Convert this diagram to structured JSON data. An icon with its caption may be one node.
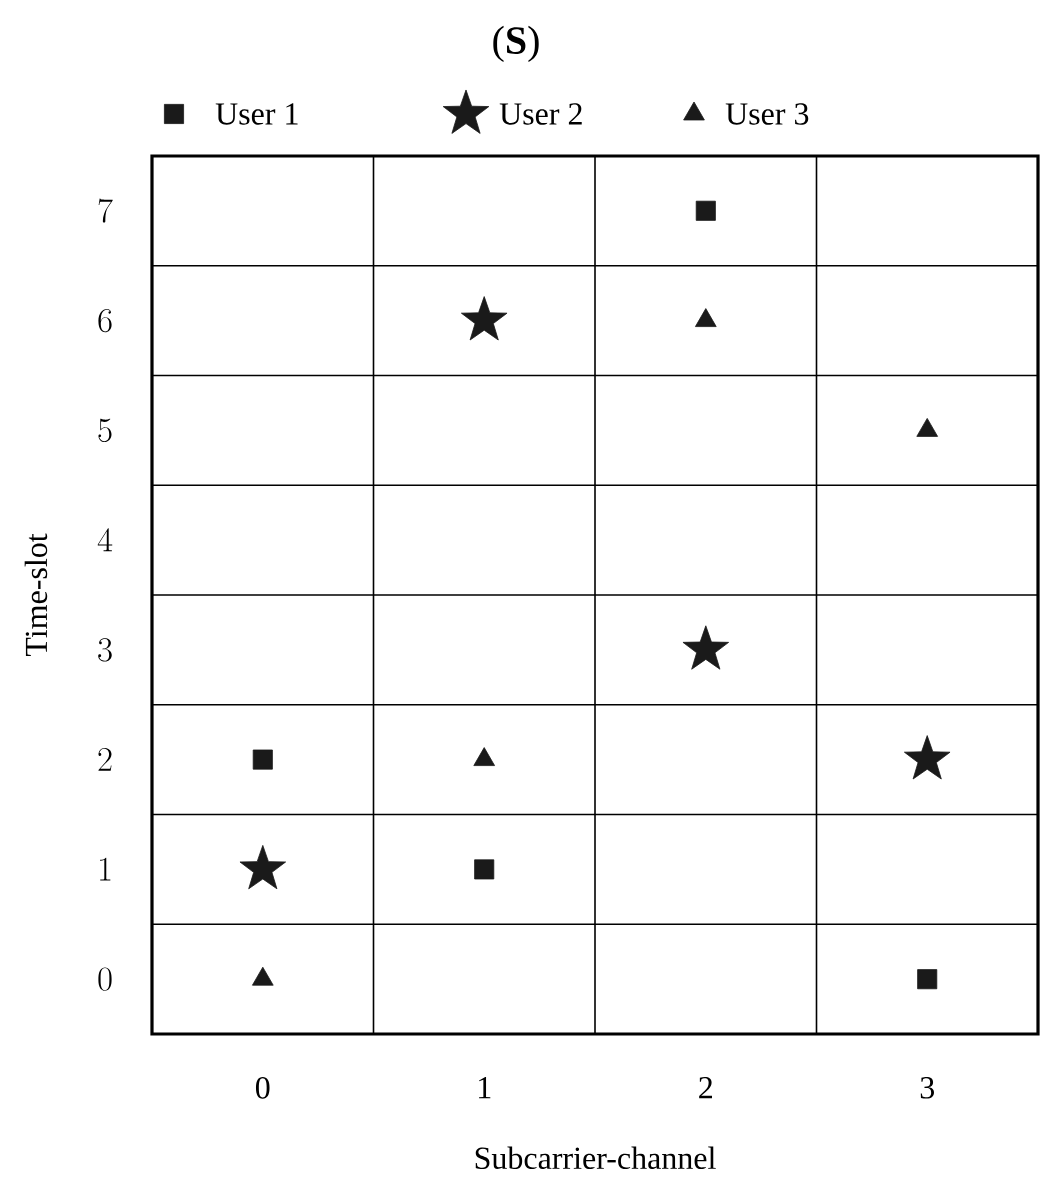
{
  "diagram": {
    "chart_data": {
      "type": "scatter",
      "title": "(**S**)",
      "xlabel": "Subcarrier-channel",
      "ylabel": "Time-slot",
      "categories": [
        "0",
        "1",
        "2",
        "3"
      ],
      "legend": "top",
      "ylim": [
        -0.5,
        7.5
      ],
      "yticks": [
        0,
        1,
        2,
        3,
        4,
        5,
        6,
        7
      ],
      "series": [
        {
          "name": "User 1",
          "color": "#1a1a1a",
          "values": [
            2,
            1,
            7,
            0
          ]
        },
        {
          "name": "User 2",
          "color": "#1a1a1a",
          "values": [
            1,
            6,
            3,
            2
          ]
        },
        {
          "name": "User 3",
          "color": "#1a1a1a",
          "values": [
            0,
            2,
            6,
            5
          ]
        }
      ]
    }
  }
}
